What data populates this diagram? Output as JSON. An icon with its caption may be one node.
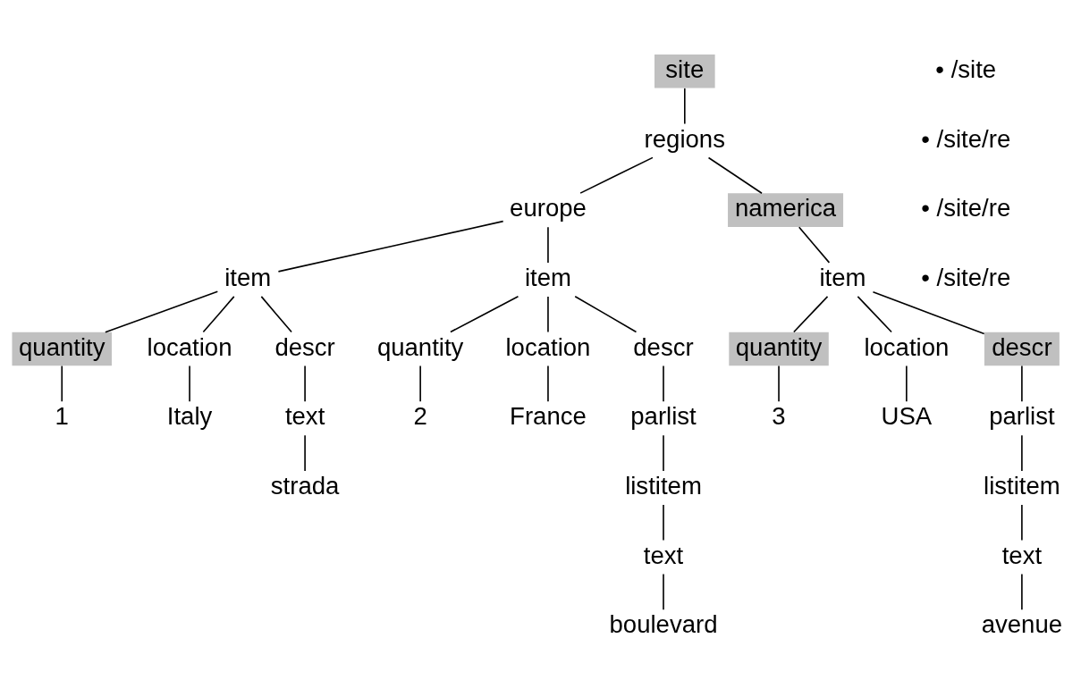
{
  "diagram": {
    "nodes": [
      {
        "text": [
          "site"
        ]
      },
      {
        "text": [
          "regions"
        ]
      },
      {
        "text": [
          "europe"
        ]
      },
      {
        "text": [
          "namerica"
        ]
      },
      {
        "text": [
          "item"
        ]
      },
      {
        "text": [
          "item"
        ]
      },
      {
        "text": [
          "item"
        ]
      },
      {
        "text": [
          "quantity"
        ]
      },
      {
        "text": [
          "location"
        ]
      },
      {
        "text": [
          "descr"
        ]
      },
      {
        "text": [
          "quantity"
        ]
      },
      {
        "text": [
          "location"
        ]
      },
      {
        "text": [
          "descr"
        ]
      },
      {
        "text": [
          "quantity"
        ]
      },
      {
        "text": [
          "location"
        ]
      },
      {
        "text": [
          "descr"
        ]
      },
      {
        "text": [
          "1"
        ]
      },
      {
        "text": [
          "Italy"
        ]
      },
      {
        "text": [
          "text"
        ]
      },
      {
        "text": [
          "2"
        ]
      },
      {
        "text": [
          "France"
        ]
      },
      {
        "text": [
          "parlist"
        ]
      },
      {
        "text": [
          "3"
        ]
      },
      {
        "text": [
          "USA"
        ]
      },
      {
        "text": [
          "parlist"
        ]
      },
      {
        "text": [
          "strada"
        ]
      },
      {
        "text": [
          "listitem"
        ]
      },
      {
        "text": [
          "listitem"
        ]
      },
      {
        "text": [
          "text"
        ]
      },
      {
        "text": [
          "text"
        ]
      },
      {
        "text": [
          "boulevard"
        ]
      },
      {
        "text": [
          "avenue"
        ]
      }
    ],
    "edges": [
      {
        "from": 0,
        "to": 1,
        "arrow": "none"
      },
      {
        "from": 1,
        "to": 2,
        "arrow": "none"
      },
      {
        "from": 1,
        "to": 3,
        "arrow": "none"
      },
      {
        "from": 2,
        "to": 4,
        "arrow": "none"
      },
      {
        "from": 2,
        "to": 5,
        "arrow": "none"
      },
      {
        "from": 3,
        "to": 6,
        "arrow": "none"
      },
      {
        "from": 4,
        "to": 7,
        "arrow": "none"
      },
      {
        "from": 4,
        "to": 8,
        "arrow": "none"
      },
      {
        "from": 4,
        "to": 9,
        "arrow": "none"
      },
      {
        "from": 5,
        "to": 10,
        "arrow": "none"
      },
      {
        "from": 5,
        "to": 11,
        "arrow": "none"
      },
      {
        "from": 5,
        "to": 12,
        "arrow": "none"
      },
      {
        "from": 6,
        "to": 13,
        "arrow": "none"
      },
      {
        "from": 6,
        "to": 14,
        "arrow": "none"
      },
      {
        "from": 6,
        "to": 15,
        "arrow": "none"
      },
      {
        "from": 7,
        "to": 16,
        "arrow": "none"
      },
      {
        "from": 8,
        "to": 17,
        "arrow": "none"
      },
      {
        "from": 9,
        "to": 18,
        "arrow": "none"
      },
      {
        "from": 10,
        "to": 19,
        "arrow": "none"
      },
      {
        "from": 11,
        "to": 20,
        "arrow": "none"
      },
      {
        "from": 12,
        "to": 21,
        "arrow": "none"
      },
      {
        "from": 13,
        "to": 22,
        "arrow": "none"
      },
      {
        "from": 14,
        "to": 23,
        "arrow": "none"
      },
      {
        "from": 15,
        "to": 24,
        "arrow": "none"
      },
      {
        "from": 18,
        "to": 25,
        "arrow": "none"
      },
      {
        "from": 21,
        "to": 26,
        "arrow": "none"
      },
      {
        "from": 24,
        "to": 27,
        "arrow": "none"
      },
      {
        "from": 26,
        "to": 28,
        "arrow": "none"
      },
      {
        "from": 27,
        "to": 29,
        "arrow": "none"
      },
      {
        "from": 28,
        "to": 30,
        "arrow": "none"
      },
      {
        "from": 29,
        "to": 31,
        "arrow": "none"
      }
    ],
    "labels": [
      "• /site",
      "• /site/re",
      "• /site/re",
      "• /site/re"
    ]
  }
}
